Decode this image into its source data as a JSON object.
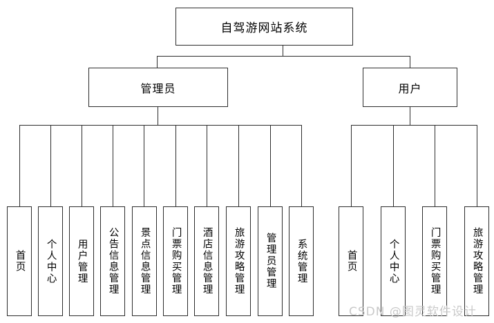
{
  "diagram": {
    "title": "自驾游网站系统",
    "type": "tree",
    "root": {
      "label": "自驾游网站系统"
    },
    "branches": [
      {
        "id": "admin",
        "label": "管理员",
        "children": [
          {
            "label": "首页"
          },
          {
            "label": "个人中心"
          },
          {
            "label": "用户管理"
          },
          {
            "label": "公告信息管理"
          },
          {
            "label": "景点信息管理"
          },
          {
            "label": "门票购买管理"
          },
          {
            "label": "酒店信息管理"
          },
          {
            "label": "旅游攻略管理"
          },
          {
            "label": "管理员管理"
          },
          {
            "label": "系统管理"
          }
        ]
      },
      {
        "id": "user",
        "label": "用户",
        "children": [
          {
            "label": "首页"
          },
          {
            "label": "个人中心"
          },
          {
            "label": "门票购买管理"
          },
          {
            "label": "旅游攻略管理"
          }
        ]
      }
    ]
  },
  "watermark": {
    "text": "CSDN @图灵软件设计",
    "color": "#c9c9c9"
  },
  "style": {
    "line_color": "#2b2b2b",
    "background": "#ffffff",
    "text_color": "#000000"
  }
}
